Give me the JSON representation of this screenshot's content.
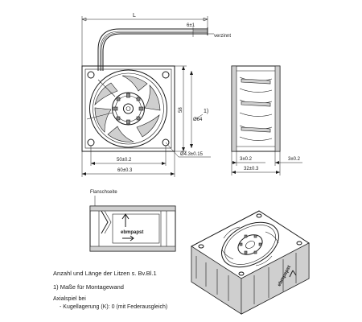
{
  "labels": {
    "length": "L",
    "strip": "6±1",
    "tinned": "verzinnt",
    "dia_hole": "Ø64",
    "footnote_marker": "1)",
    "side_height": "58",
    "width_inner": "50±0.2",
    "width_outer": "60±0.3",
    "screw_hole": "Ø4.3±0.15",
    "depth_a": "3±0.2",
    "depth_b": "3±0.2",
    "depth_total": "32±0.3",
    "flange_side": "Flanschseite",
    "brand": "ebmpapst"
  },
  "notes": {
    "line1": "Anzahl und Länge der Litzen s. Bv.Bl.1",
    "line2": "1) Maße für Montagewand",
    "line3": "Axialspiel bei",
    "line4": "- Kugellagerung (K): 0 (mit Federausgleich)"
  }
}
